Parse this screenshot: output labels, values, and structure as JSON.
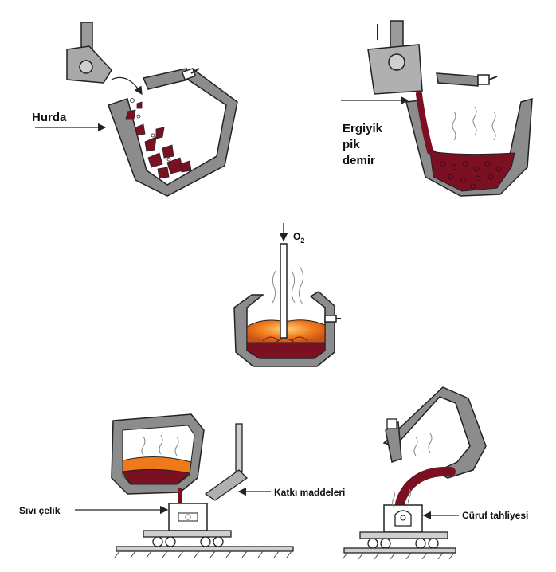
{
  "labels": {
    "scrap": "Hurda",
    "molten_pig_iron_line1": "Ergiyik",
    "molten_pig_iron_line2": "pik",
    "molten_pig_iron_line3": "demir",
    "oxygen_base": "O",
    "oxygen_sub": "2",
    "additives": "Katkı maddeleri",
    "liquid_steel": "Sıvı çelik",
    "slag_tapping": "Cüruf tahliyesi"
  },
  "colors": {
    "vessel_wall": "#8c8c8c",
    "molten_iron": "#7a1022",
    "molten_steel_hot": "#f07a1a",
    "outline": "#222222",
    "background": "#ffffff"
  }
}
